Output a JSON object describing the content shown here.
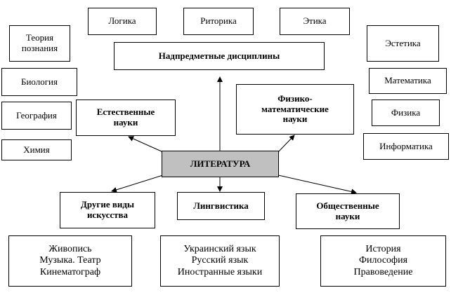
{
  "center": "ЛИТЕРАТУРА",
  "top": {
    "title": "Надпредметные дисциплины",
    "items": [
      "Логика",
      "Риторика",
      "Этика"
    ]
  },
  "left_group": {
    "title": "Естественные\nнауки",
    "items": [
      "Теория\nпознания",
      "Биология",
      "География",
      "Химия"
    ]
  },
  "right_group": {
    "title": "Физико-\nматематические\nнауки",
    "items": [
      "Эстетика",
      "Математика",
      "Физика",
      "Информатика"
    ]
  },
  "bottom": [
    {
      "title": "Другие виды\nискусства",
      "items": "Живопись\nМузыка. Театр\nКинематограф"
    },
    {
      "title": "Лингвистика",
      "items": "Украинский язык\nРусский язык\nИностранные языки"
    },
    {
      "title": "Общественные\nнауки",
      "items": "История\nФилософия\nПравоведение"
    }
  ]
}
